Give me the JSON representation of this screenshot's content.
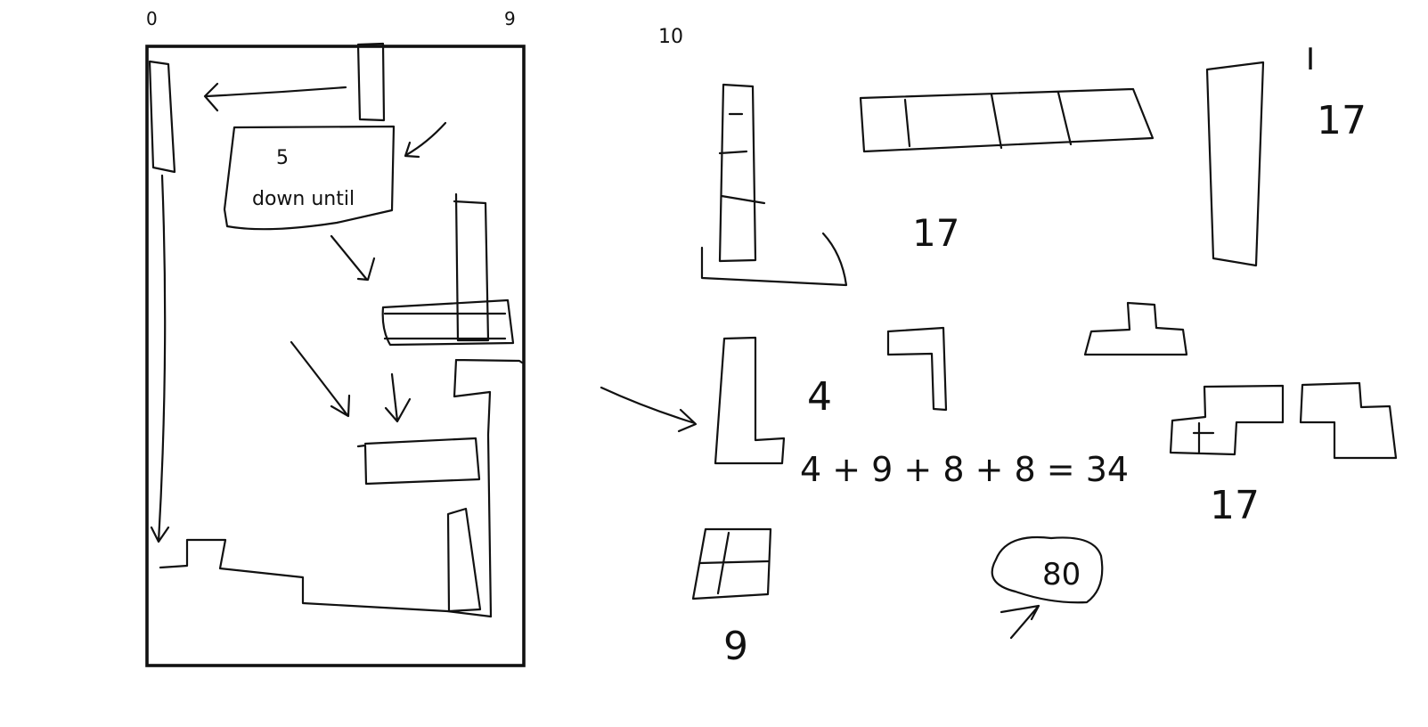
{
  "board": {
    "corner_left_label": "0",
    "corner_right_label": "9",
    "note_number": "5",
    "note_text": "down until"
  },
  "pieces": {
    "corner_label": "10",
    "i_label": "I",
    "i_count": "17",
    "row_count": "17",
    "l_count": "4",
    "sum_equation": "4 + 9 + 8 + 8 = 34",
    "s_count": "17",
    "square_count": "9",
    "circle_value": "80"
  }
}
